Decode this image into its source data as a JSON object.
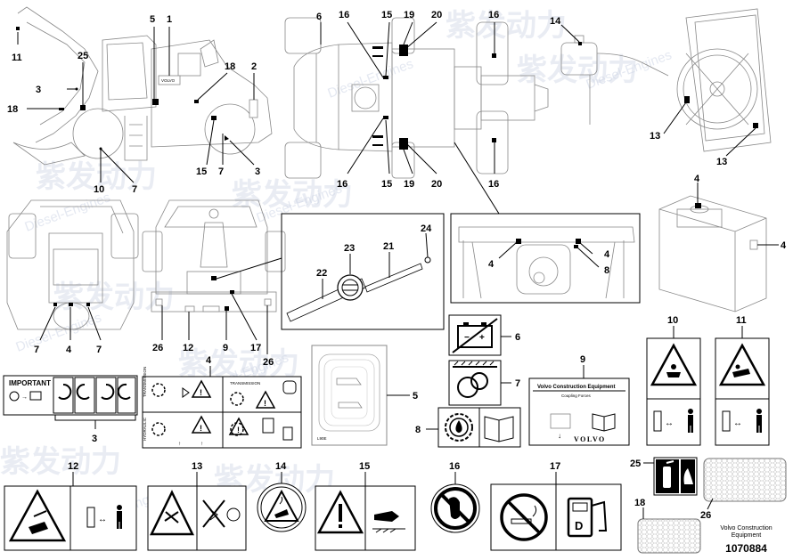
{
  "callouts": {
    "c1": "1",
    "c2": "2",
    "c3": "3",
    "c4": "4",
    "c5": "5",
    "c6": "6",
    "c7": "7",
    "c8": "8",
    "c9": "9",
    "c10": "10",
    "c11": "11",
    "c12": "12",
    "c13": "13",
    "c14": "14",
    "c15": "15",
    "c16": "16",
    "c17": "17",
    "c18": "18",
    "c19": "19",
    "c20": "20",
    "c21": "21",
    "c22": "22",
    "c23": "23",
    "c24": "24",
    "c25": "25",
    "c26": "26"
  },
  "decals": {
    "important_title": "IMPORTANT",
    "transmission_label": "TRANSMISSION",
    "transmission_side_label": "TRANSMISSION",
    "hydraulic_side_label": "HYDRAULIC",
    "decal9_title": "Volvo Construction Equipment",
    "decal9_subtitle": "Coupling Forces",
    "decal9_brand": "VOLVO",
    "decal5_code": "L90E",
    "machine_badge": "VOLVO"
  },
  "watermark": {
    "brand_cn": "紫发动力",
    "brand_en": "Diesel-Engines"
  },
  "footer": {
    "company_line1": "Volvo Construction",
    "company_line2": "Equipment",
    "part_number": "1070884"
  },
  "colors": {
    "line": "#000000",
    "outline": "#888888",
    "watermark": "#cfd6e6"
  }
}
